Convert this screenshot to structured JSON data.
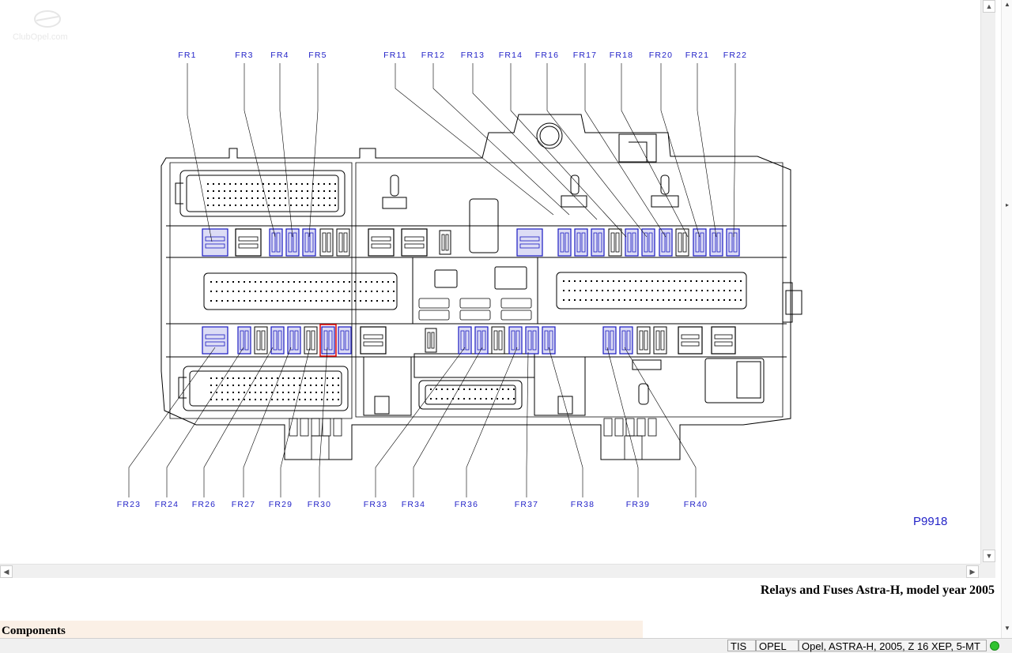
{
  "watermark": "ClubOpel.com",
  "diagram": {
    "code": "P9918",
    "top_labels": [
      "FR1",
      "FR3",
      "FR4",
      "FR5",
      "FR11",
      "FR12",
      "FR13",
      "FR14",
      "FR16",
      "FR17",
      "FR18",
      "FR20",
      "FR21",
      "FR22"
    ],
    "bottom_labels": [
      "FR23",
      "FR24",
      "FR26",
      "FR27",
      "FR29",
      "FR30",
      "FR33",
      "FR34",
      "FR36",
      "FR37",
      "FR38",
      "FR39",
      "FR40"
    ],
    "colors": {
      "label": "#2323c8",
      "outline": "#000000",
      "highlight": "#e01010",
      "fuse_fill": "#dcdcf5"
    }
  },
  "caption": "Relays and Fuses Astra-H, model year 2005",
  "components_heading": "Components",
  "status": {
    "app": "TIS",
    "brand": "OPEL",
    "vehicle": "Opel, ASTRA-H, 2005, Z 16 XEP, 5-MT"
  },
  "icons": {
    "scroll_up": "arrow-up-icon",
    "scroll_down": "arrow-down-icon",
    "scroll_left": "arrow-left-icon",
    "scroll_right": "arrow-right-icon",
    "status": "status-led-icon"
  }
}
